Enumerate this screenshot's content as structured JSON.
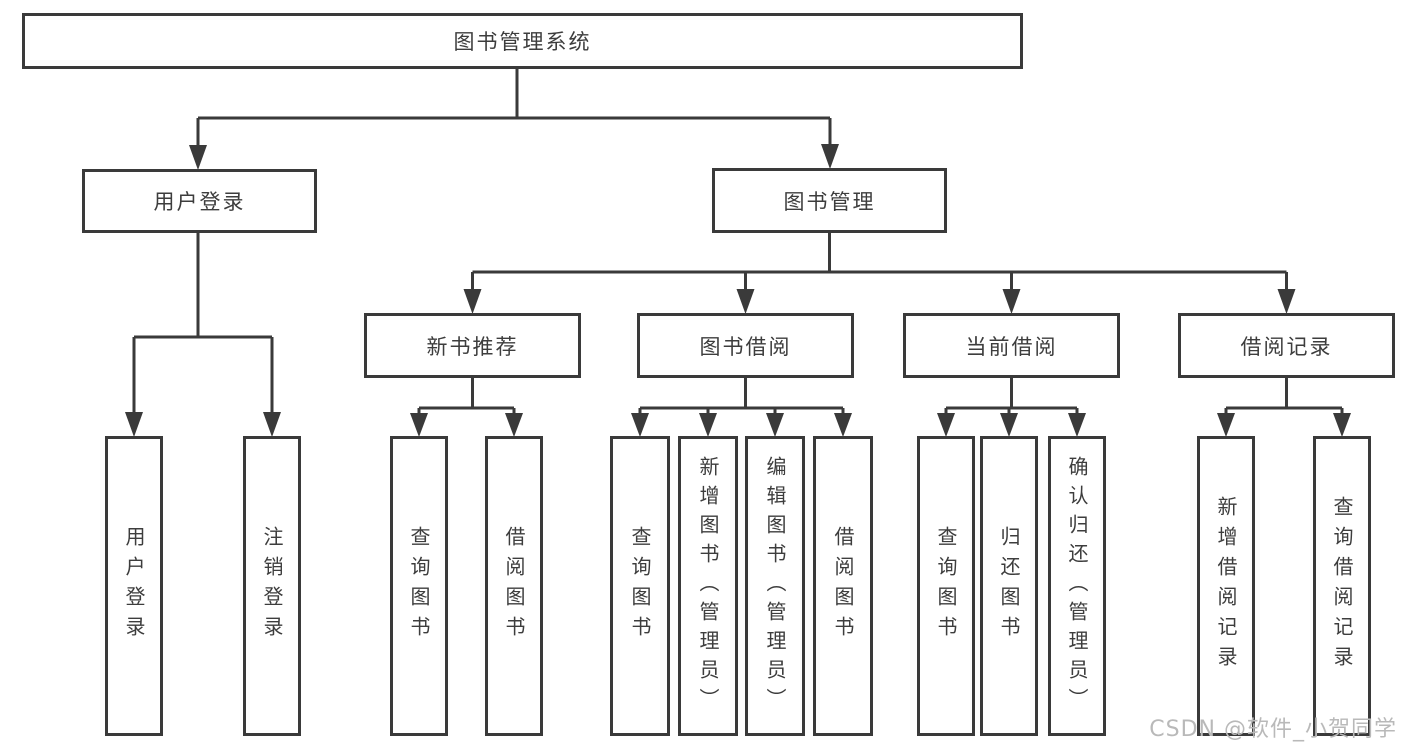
{
  "tree": {
    "root": {
      "label": "图书管理系统"
    },
    "branches": [
      {
        "label": "用户登录",
        "children": [
          {
            "label": "用户登录"
          },
          {
            "label": "注销登录"
          }
        ]
      },
      {
        "label": "图书管理",
        "children": [
          {
            "label": "新书推荐",
            "children": [
              {
                "label": "查询图书"
              },
              {
                "label": "借阅图书"
              }
            ]
          },
          {
            "label": "图书借阅",
            "children": [
              {
                "label": "查询图书"
              },
              {
                "label": "新增图书（管理员）"
              },
              {
                "label": "编辑图书（管理员）"
              },
              {
                "label": "借阅图书"
              }
            ]
          },
          {
            "label": "当前借阅",
            "children": [
              {
                "label": "查询图书"
              },
              {
                "label": "归还图书"
              },
              {
                "label": "确认归还（管理员）"
              }
            ]
          },
          {
            "label": "借阅记录",
            "children": [
              {
                "label": "新增借阅记录"
              },
              {
                "label": "查询借阅记录"
              }
            ]
          }
        ]
      }
    ]
  },
  "watermark": {
    "text": "CSDN @软件_小贺同学"
  },
  "colors": {
    "line": "#3a3a3a",
    "text": "#3d3d3d",
    "background": "#ffffff",
    "watermark": "#b9b9b9"
  }
}
